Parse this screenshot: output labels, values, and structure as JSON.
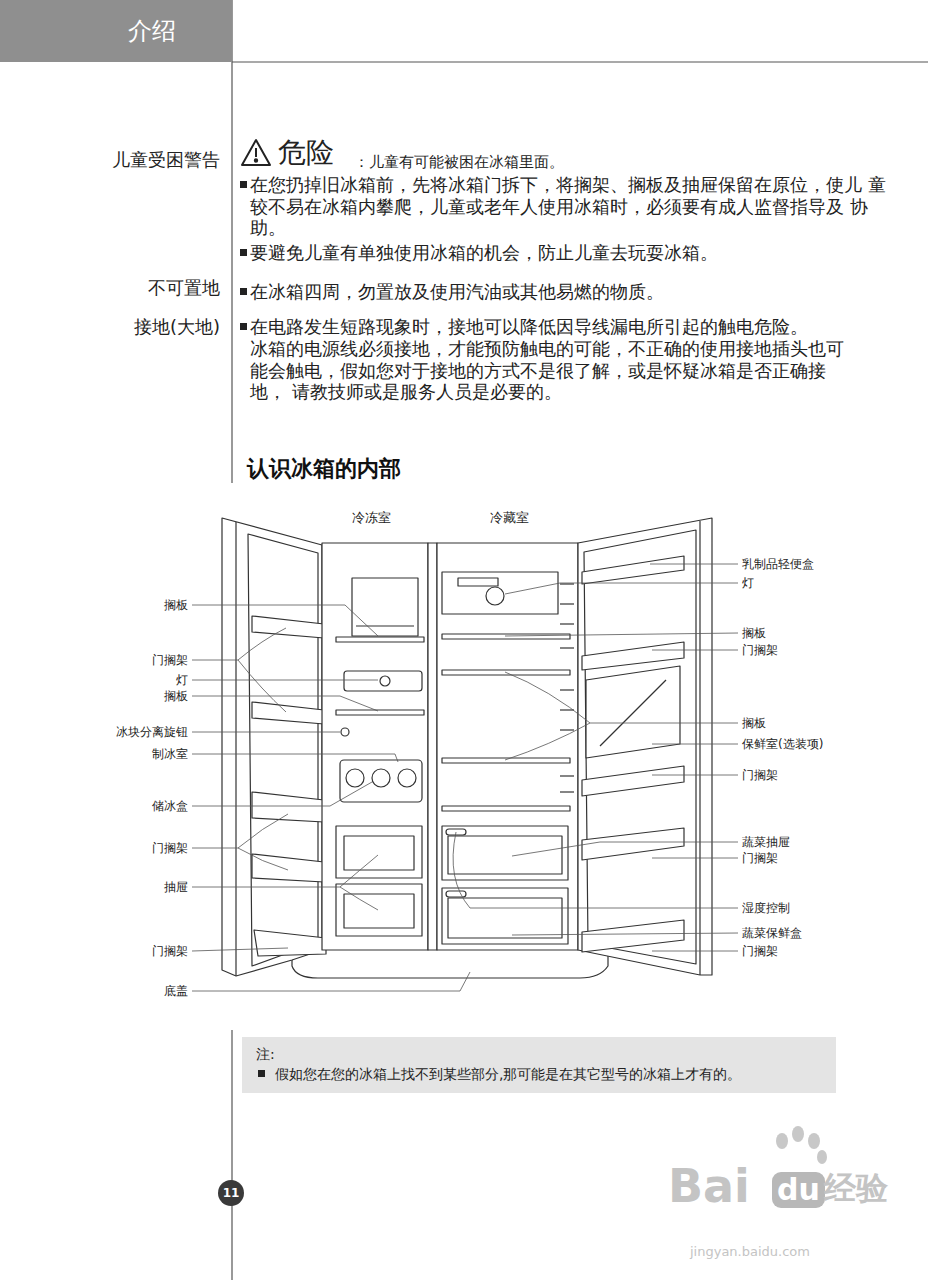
{
  "diagram": {
    "title": "认识冰箱的内部",
    "nodes": [
      {
        "text": [
          "介绍"
        ]
      },
      {
        "text": [
          "注:",
          "假如您在您的冰箱上找不到某些部分,那可能是在其它型号的冰箱上才有的。"
        ]
      },
      {
        "text": [
          "11"
        ]
      }
    ],
    "labels": [
      "儿童受困警告",
      "危险",
      "：儿童有可能被困在冰箱里面。",
      "在您扔掉旧冰箱前，先将冰箱门拆下，将搁架、搁板及抽屉保留在原位，使儿 童较不易在冰箱内攀爬，儿童或老年人使用冰箱时，必须要有成人监督指导及 协助。",
      "要避免儿童有单独使用冰箱的机会，防止儿童去玩耍冰箱。",
      "不可置地",
      "在冰箱四周，勿置放及使用汽油或其他易燃的物质。",
      "接地(大地)",
      "在电路发生短路现象时，接地可以降低因导线漏电所引起的触电危险。",
      "冰箱的电源线必须接地，才能预防触电的可能，不正确的使用接地插头也可 能会触电，假如您对于接地的方式不是很了解，或是怀疑冰箱是否正确接地， 请教技师或是服务人员是必要的。",
      "冷冻室",
      "冷藏室",
      "搁板",
      "门搁架",
      "灯",
      "搁板",
      "冰块分离旋钮",
      "制冰室",
      "储冰盒",
      "门搁架",
      "抽屉",
      "门搁架",
      "底盖",
      "乳制品轻便盒",
      "灯",
      "搁板",
      "门搁架",
      "搁板",
      "保鲜室(选装项)",
      "门搁架",
      "蔬菜抽屉",
      "门搁架",
      "湿度控制",
      "蔬菜保鲜盒",
      "门搁架",
      "Bai",
      "du",
      "经验",
      "jingyan.baidu.com"
    ]
  }
}
